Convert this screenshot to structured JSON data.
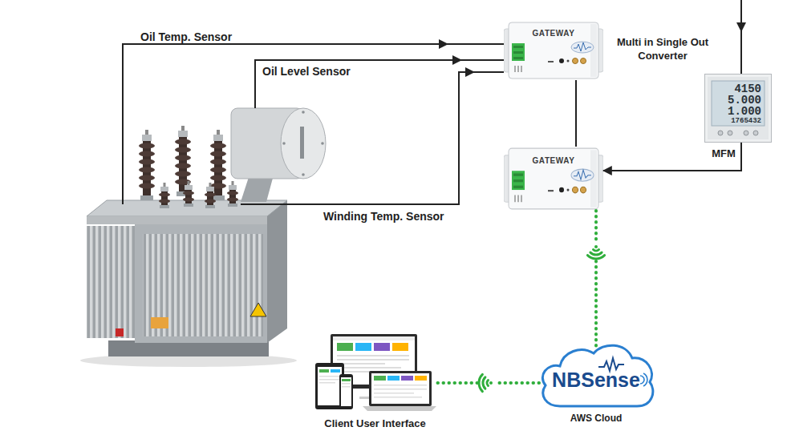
{
  "diagram": {
    "nodes": [
      {
        "text": [
          "GATEWAY",
          "Multi in Single Out Converter"
        ]
      },
      {
        "text": [
          "4150",
          "5.000",
          "1.000",
          "1765432",
          "MFM"
        ]
      },
      {
        "text": [
          "GATEWAY"
        ]
      },
      {
        "text": [
          "Client User Interface"
        ]
      },
      {
        "text": [
          "NBSense",
          "AWS Cloud"
        ]
      }
    ],
    "edges": [
      {
        "from": 0,
        "to": 2,
        "arrow": "none"
      },
      {
        "from": 1,
        "to": 2,
        "arrow": "to"
      },
      {
        "from": 2,
        "to": 4,
        "arrow": "none"
      },
      {
        "from": 4,
        "to": 3,
        "arrow": "none"
      }
    ],
    "labels": [
      "Oil Temp. Sensor",
      "Oil Level Sensor",
      "Winding Temp. Sensor"
    ]
  }
}
